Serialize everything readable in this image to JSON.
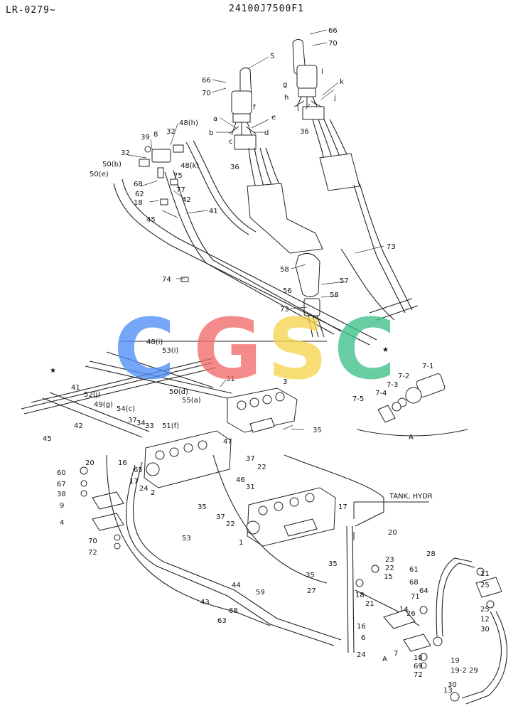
{
  "header": {
    "model_code": "LR-0279~",
    "part_number": "24100J7500F1"
  },
  "watermark": {
    "letters": [
      "C",
      "G",
      "S",
      "C"
    ],
    "colors": [
      "#4f8ef7",
      "#f26b6b",
      "#f7d44f",
      "#3fbf8a"
    ]
  },
  "notes": {
    "tank_label": "TANK, HYDR",
    "detail_label": "A",
    "detail_callout": "A",
    "star": "★"
  },
  "labels": [
    {
      "id": "66a",
      "text": "66"
    },
    {
      "id": "70a",
      "text": "70"
    },
    {
      "id": "5",
      "text": "5"
    },
    {
      "id": "66b",
      "text": "66"
    },
    {
      "id": "70b",
      "text": "70"
    },
    {
      "id": "g",
      "text": "g"
    },
    {
      "id": "h",
      "text": "h"
    },
    {
      "id": "i",
      "text": "i"
    },
    {
      "id": "j",
      "text": "j"
    },
    {
      "id": "k",
      "text": "k"
    },
    {
      "id": "l",
      "text": "l"
    },
    {
      "id": "a",
      "text": "a"
    },
    {
      "id": "b",
      "text": "b"
    },
    {
      "id": "c",
      "text": "c"
    },
    {
      "id": "d",
      "text": "d"
    },
    {
      "id": "e",
      "text": "e"
    },
    {
      "id": "f",
      "text": "f"
    },
    {
      "id": "36a",
      "text": "36"
    },
    {
      "id": "36b",
      "text": "36"
    },
    {
      "id": "48h",
      "text": "48(h)"
    },
    {
      "id": "48k",
      "text": "48(k)"
    },
    {
      "id": "39",
      "text": "39"
    },
    {
      "id": "8",
      "text": "8"
    },
    {
      "id": "32a",
      "text": "32"
    },
    {
      "id": "32b",
      "text": "32"
    },
    {
      "id": "50b",
      "text": "50(b)"
    },
    {
      "id": "50e",
      "text": "50(e)"
    },
    {
      "id": "68a",
      "text": "68"
    },
    {
      "id": "62",
      "text": "62"
    },
    {
      "id": "18a",
      "text": "18"
    },
    {
      "id": "75",
      "text": "75"
    },
    {
      "id": "77",
      "text": "77"
    },
    {
      "id": "42a",
      "text": "42"
    },
    {
      "id": "41a",
      "text": "41"
    },
    {
      "id": "45a",
      "text": "45"
    },
    {
      "id": "74",
      "text": "74"
    },
    {
      "id": "73a",
      "text": "73"
    },
    {
      "id": "58a",
      "text": "58"
    },
    {
      "id": "57",
      "text": "57"
    },
    {
      "id": "56",
      "text": "56"
    },
    {
      "id": "58b",
      "text": "58"
    },
    {
      "id": "73b",
      "text": "73"
    },
    {
      "id": "48i",
      "text": "48(i)"
    },
    {
      "id": "53i",
      "text": "53(i)"
    },
    {
      "id": "31a",
      "text": "31"
    },
    {
      "id": "3",
      "text": "3"
    },
    {
      "id": "7-1",
      "text": "7-1"
    },
    {
      "id": "7-2",
      "text": "7-2"
    },
    {
      "id": "7-3",
      "text": "7-3"
    },
    {
      "id": "7-4",
      "text": "7-4"
    },
    {
      "id": "7-5",
      "text": "7-5"
    },
    {
      "id": "41b",
      "text": "41"
    },
    {
      "id": "52j",
      "text": "52(j)"
    },
    {
      "id": "49g",
      "text": "49(g)"
    },
    {
      "id": "50d",
      "text": "50(d)"
    },
    {
      "id": "55a",
      "text": "55(a)"
    },
    {
      "id": "54c",
      "text": "54(c)"
    },
    {
      "id": "37a",
      "text": "37"
    },
    {
      "id": "34",
      "text": "34"
    },
    {
      "id": "33",
      "text": "33"
    },
    {
      "id": "51f",
      "text": "51(f)"
    },
    {
      "id": "35a",
      "text": "35"
    },
    {
      "id": "45b",
      "text": "45"
    },
    {
      "id": "42b",
      "text": "42"
    },
    {
      "id": "47",
      "text": "47"
    },
    {
      "id": "37b",
      "text": "37"
    },
    {
      "id": "22a",
      "text": "22"
    },
    {
      "id": "31b",
      "text": "31"
    },
    {
      "id": "20a",
      "text": "20"
    },
    {
      "id": "16a",
      "text": "16"
    },
    {
      "id": "65",
      "text": "65"
    },
    {
      "id": "17a",
      "text": "17"
    },
    {
      "id": "60",
      "text": "60"
    },
    {
      "id": "67",
      "text": "67"
    },
    {
      "id": "38",
      "text": "38"
    },
    {
      "id": "9",
      "text": "9"
    },
    {
      "id": "24a",
      "text": "24"
    },
    {
      "id": "2",
      "text": "2"
    },
    {
      "id": "4",
      "text": "4"
    },
    {
      "id": "46",
      "text": "46"
    },
    {
      "id": "35b",
      "text": "35"
    },
    {
      "id": "37c",
      "text": "37"
    },
    {
      "id": "22b",
      "text": "22"
    },
    {
      "id": "1",
      "text": "1"
    },
    {
      "id": "17b",
      "text": "17"
    },
    {
      "id": "70c",
      "text": "70"
    },
    {
      "id": "72a",
      "text": "72"
    },
    {
      "id": "53",
      "text": "53"
    },
    {
      "id": "35c",
      "text": "35"
    },
    {
      "id": "35d",
      "text": "35"
    },
    {
      "id": "20b",
      "text": "20"
    },
    {
      "id": "23",
      "text": "23"
    },
    {
      "id": "22c",
      "text": "22"
    },
    {
      "id": "15",
      "text": "15"
    },
    {
      "id": "61",
      "text": "61"
    },
    {
      "id": "68b",
      "text": "68"
    },
    {
      "id": "28",
      "text": "28"
    },
    {
      "id": "11",
      "text": "11"
    },
    {
      "id": "25a",
      "text": "25"
    },
    {
      "id": "44",
      "text": "44"
    },
    {
      "id": "43",
      "text": "43"
    },
    {
      "id": "59",
      "text": "59"
    },
    {
      "id": "27",
      "text": "27"
    },
    {
      "id": "18b",
      "text": "18"
    },
    {
      "id": "21",
      "text": "21"
    },
    {
      "id": "71",
      "text": "71"
    },
    {
      "id": "64",
      "text": "64"
    },
    {
      "id": "26",
      "text": "26"
    },
    {
      "id": "14",
      "text": "14"
    },
    {
      "id": "25b",
      "text": "25"
    },
    {
      "id": "12",
      "text": "12"
    },
    {
      "id": "30a",
      "text": "30"
    },
    {
      "id": "68c",
      "text": "68"
    },
    {
      "id": "63",
      "text": "63"
    },
    {
      "id": "16b",
      "text": "16"
    },
    {
      "id": "6",
      "text": "6"
    },
    {
      "id": "24b",
      "text": "24"
    },
    {
      "id": "7",
      "text": "7"
    },
    {
      "id": "10",
      "text": "10"
    },
    {
      "id": "69",
      "text": "69"
    },
    {
      "id": "72b",
      "text": "72"
    },
    {
      "id": "19",
      "text": "19"
    },
    {
      "id": "19-2",
      "text": "19-2"
    },
    {
      "id": "29",
      "text": "29"
    },
    {
      "id": "13",
      "text": "13"
    },
    {
      "id": "30b",
      "text": "30"
    }
  ]
}
